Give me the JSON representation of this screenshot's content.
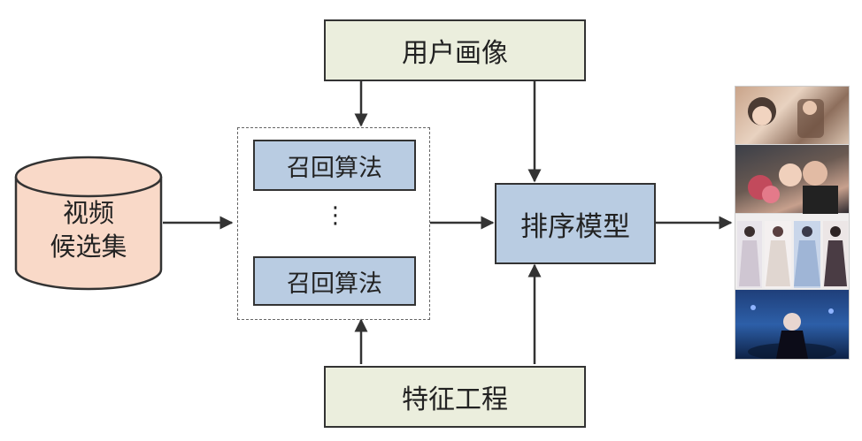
{
  "diagram": {
    "user_profile": "用户画像",
    "feature_engineering": "特征工程",
    "recall_top": "召回算法",
    "recall_bottom": "召回算法",
    "ellipsis": "⋮",
    "ranking_model": "排序模型",
    "candidate_set_line1": "视频",
    "candidate_set_line2": "候选集"
  },
  "colors": {
    "profile_fill": "#ebeedd",
    "recall_fill": "#b9cce2",
    "database_fill": "#f9d9c8",
    "line": "#333333"
  },
  "result_thumbnails": [
    {
      "caption": ""
    },
    {
      "caption": ""
    },
    {
      "caption": ""
    },
    {
      "caption": ""
    }
  ]
}
